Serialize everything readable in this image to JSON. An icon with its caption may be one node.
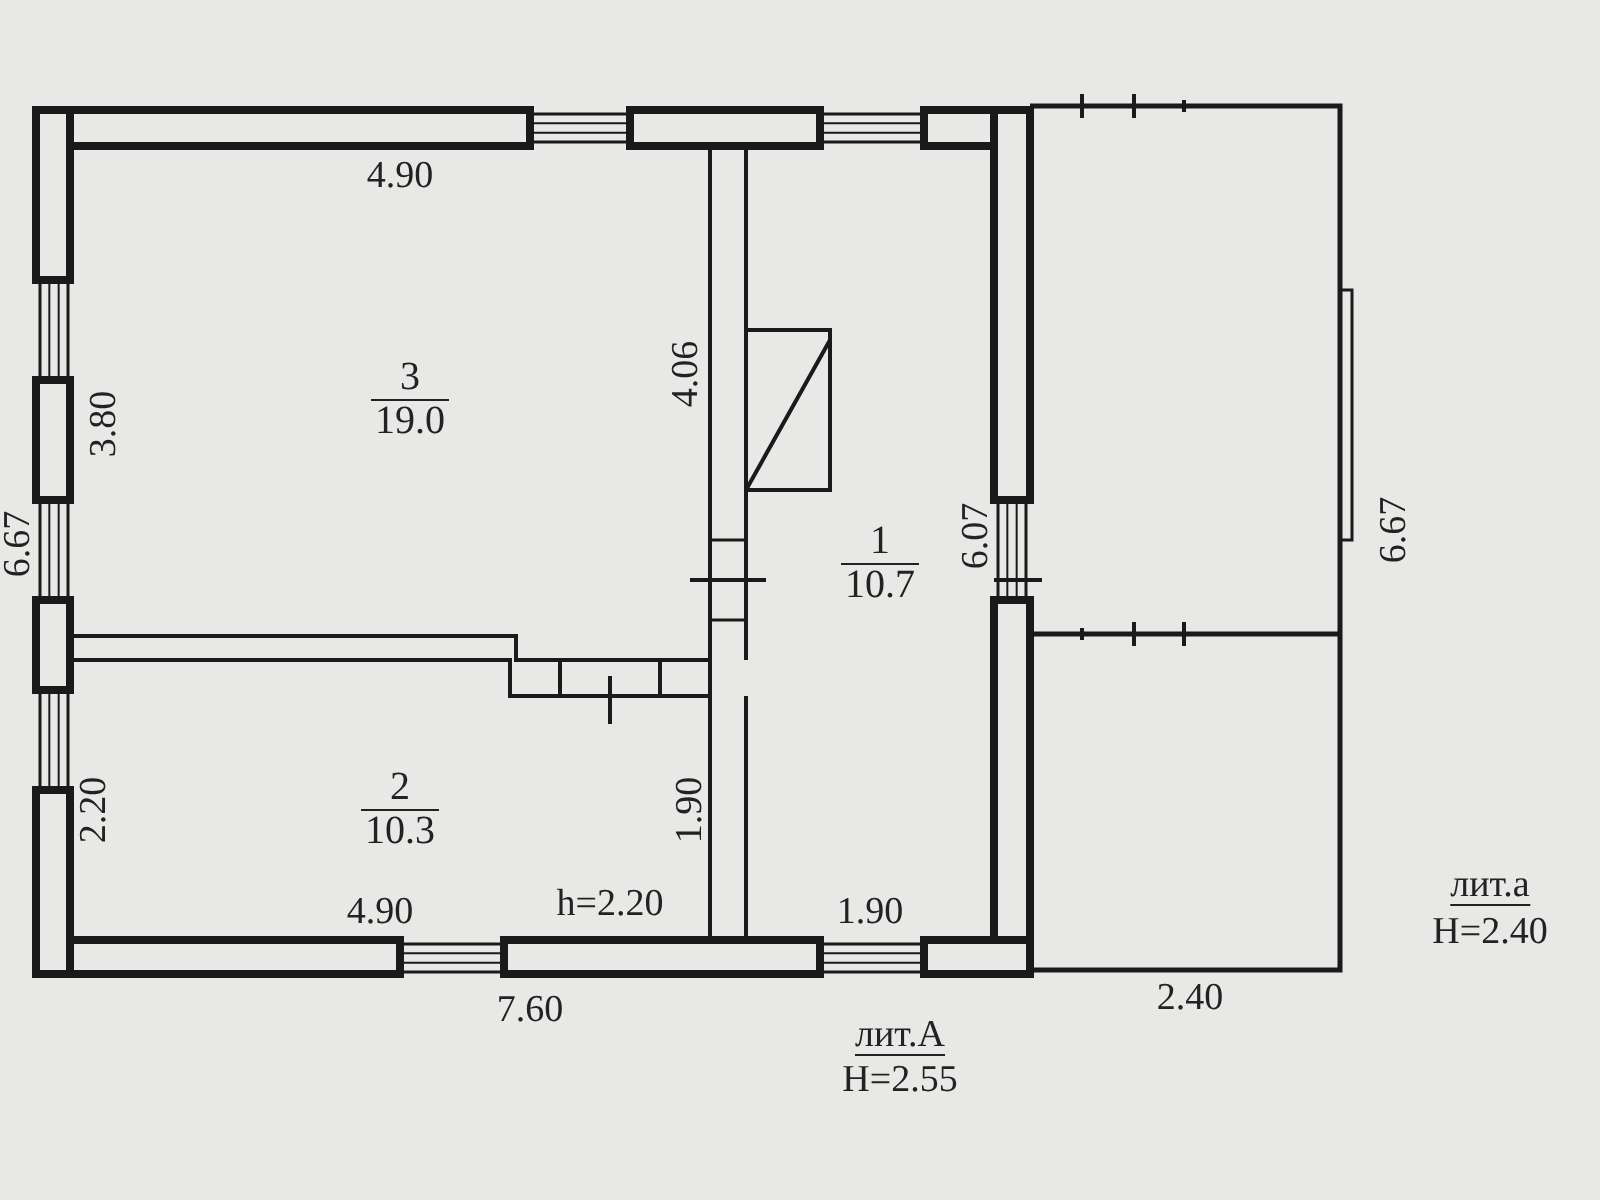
{
  "diagram": {
    "nodes": [
      {
        "text": [
          "3",
          "19.0"
        ]
      },
      {
        "text": [
          "1",
          "10.7"
        ]
      },
      {
        "text": [
          "2",
          "10.3"
        ]
      }
    ],
    "labels": [
      "4.90",
      "3.80",
      "6.67",
      "4.06",
      "6.07",
      "6.67",
      "2.20",
      "1.90",
      "4.90",
      "h=2.20",
      "1.90",
      "7.60",
      "лит.А",
      "H=2.55",
      "2.40",
      "лит.а",
      "H=2.40"
    ]
  }
}
